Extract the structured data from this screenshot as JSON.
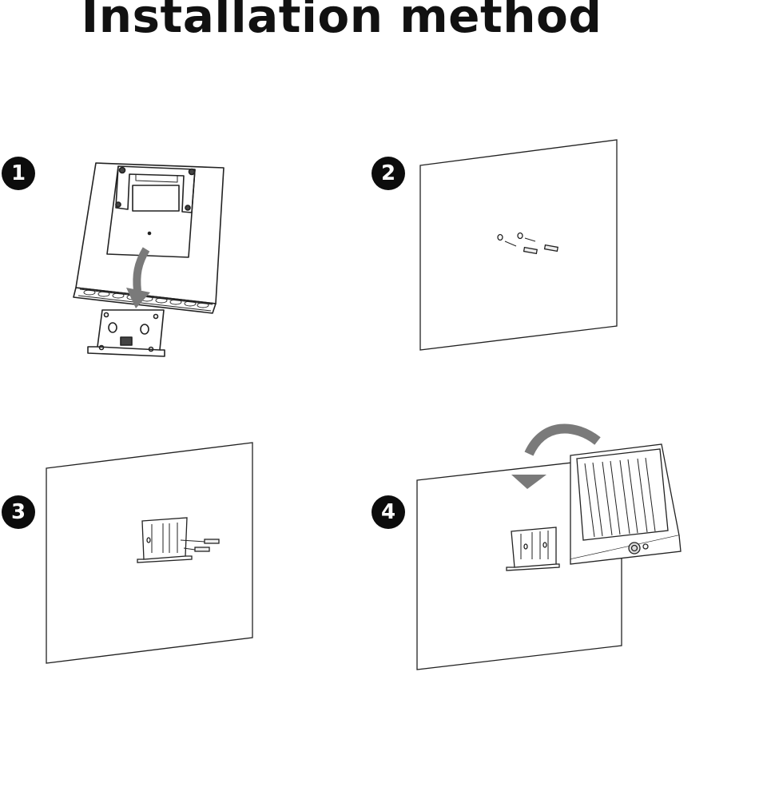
{
  "title": "Installation method",
  "steps": [
    {
      "number": "1",
      "icon": "unmount-bracket-illustration"
    },
    {
      "number": "2",
      "icon": "drill-anchors-illustration"
    },
    {
      "number": "3",
      "icon": "screw-bracket-illustration"
    },
    {
      "number": "4",
      "icon": "hang-solar-light-illustration"
    }
  ],
  "colors": {
    "line": "#222222",
    "arrow": "#7a7a7a",
    "badge": "#0c0c0c"
  }
}
